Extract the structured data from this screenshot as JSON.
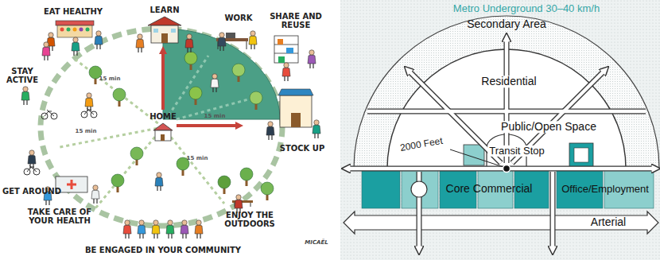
{
  "diagram": {
    "nodes": [
      {
        "text": [
          "Secondary Area"
        ]
      },
      {
        "text": [
          "Residential",
          "Public/Open Space"
        ],
        "in": 0
      },
      {
        "text": [
          "Transit Stop"
        ],
        "in": 1
      },
      {
        "text": [
          "Core Commercial"
        ]
      },
      {
        "text": [
          "Office/Employment"
        ]
      },
      {
        "text": [
          "Arterial"
        ]
      }
    ],
    "labels": [
      "EAT HEALTHY",
      "LEARN",
      "WORK",
      "SHARE AND REUSE",
      "STAY ACTIVE",
      "15 min",
      "15 min",
      "HOME",
      "15 min",
      "STOCK UP",
      "GET AROUND",
      "TAKE CARE OF YOUR HEALTH",
      "15 min",
      "ENJOY THE OUTDOORS",
      "BE ENGAGED IN YOUR COMMUNITY",
      "MICAËL",
      "Metro Underground 30–40 km/h",
      "2000 Feet"
    ]
  }
}
